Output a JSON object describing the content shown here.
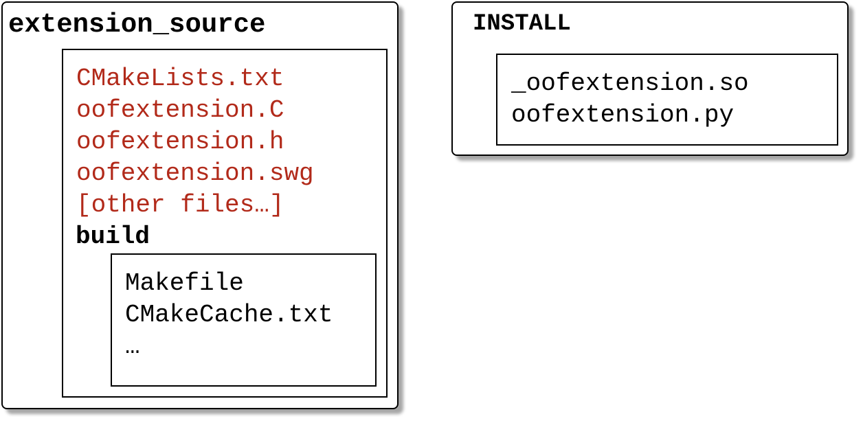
{
  "colors": {
    "source_file": "#b22a1a",
    "plain_file": "#000000",
    "border": "#000000",
    "background": "#ffffff"
  },
  "extension_source": {
    "title": "extension_source",
    "files": [
      "CMakeLists.txt",
      "oofextension.C",
      "oofextension.h",
      "oofextension.swg",
      "[other files…]"
    ],
    "build": {
      "title": "build",
      "files": [
        "Makefile",
        "CMakeCache.txt",
        "…"
      ]
    }
  },
  "install": {
    "title": "INSTALL",
    "files": [
      "_oofextension.so",
      "oofextension.py"
    ]
  }
}
